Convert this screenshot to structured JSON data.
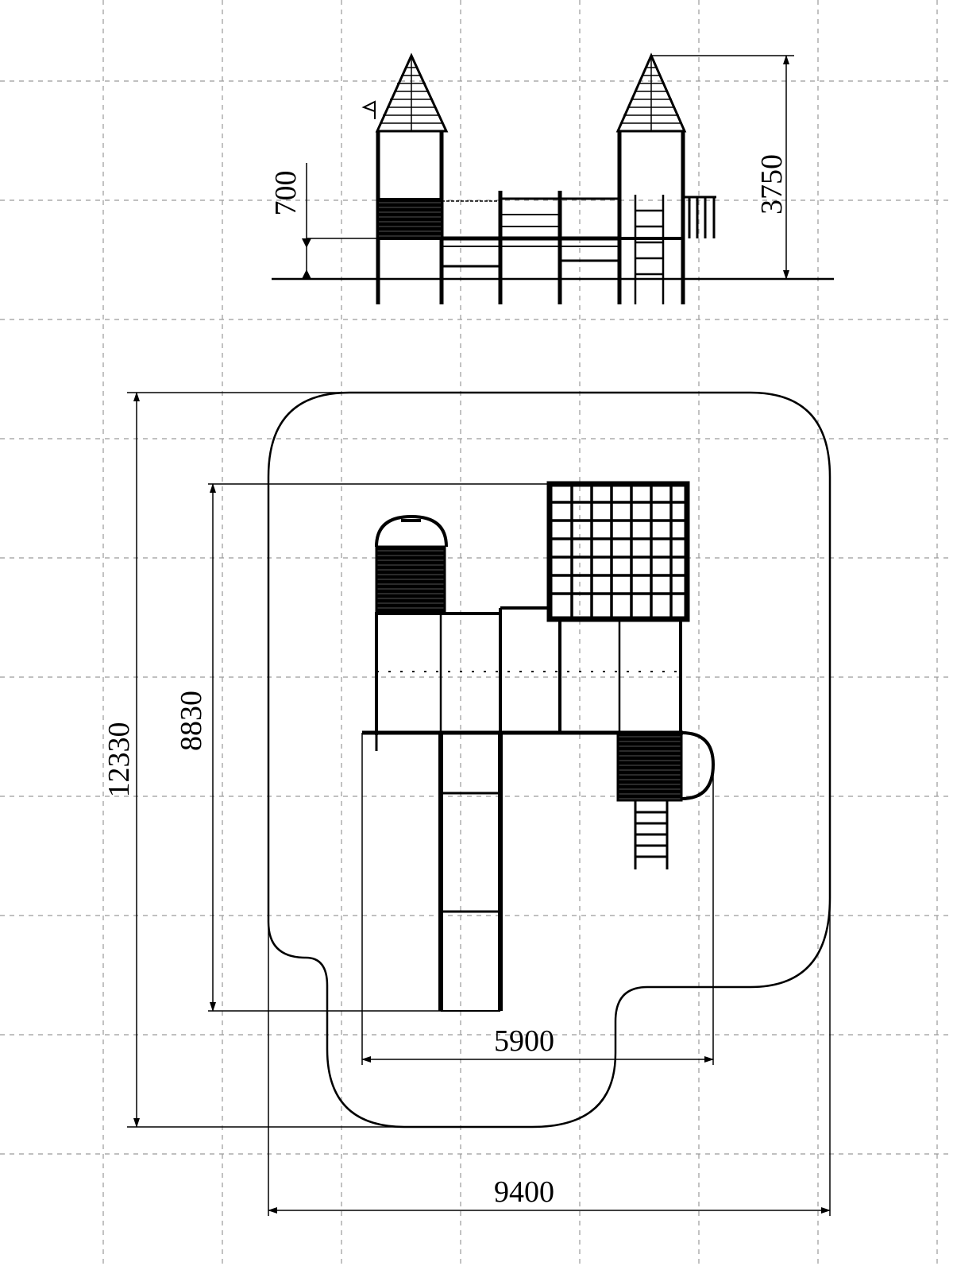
{
  "dimensions": {
    "overall_height": "3750",
    "platform_height": "700",
    "overall_depth": "12330",
    "structure_depth": "8830",
    "structure_width": "5900",
    "overall_width": "9400"
  },
  "colors": {
    "ink": "#000000",
    "grid": "#9a9a9a",
    "background": "#ffffff"
  }
}
